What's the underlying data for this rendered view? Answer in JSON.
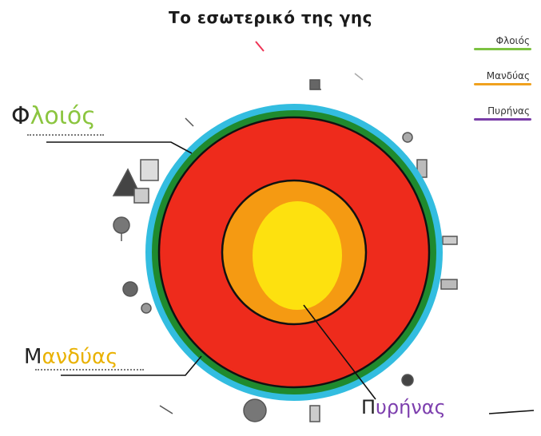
{
  "title": "Το εσωτερικό της γης",
  "legend": [
    {
      "label": "Φλοιός",
      "color": "#7cc242"
    },
    {
      "label": "Μανδύας",
      "color": "#f0a11e"
    },
    {
      "label": "Πυρήνας",
      "color": "#7a3ea8"
    }
  ],
  "labels": {
    "crust": {
      "prefix": "Φ",
      "rest": "λοιός"
    },
    "mantle": {
      "prefix": "Μ",
      "rest": "ανδύας"
    },
    "core": {
      "prefix": "Π",
      "rest": "υρήνας"
    }
  },
  "colors": {
    "ocean": "#33bde0",
    "crust": "#1f8a2e",
    "mantle": "#ee2b1c",
    "outer_core": "#f59a12",
    "inner_core": "#fde10f",
    "outline": "#111111"
  }
}
